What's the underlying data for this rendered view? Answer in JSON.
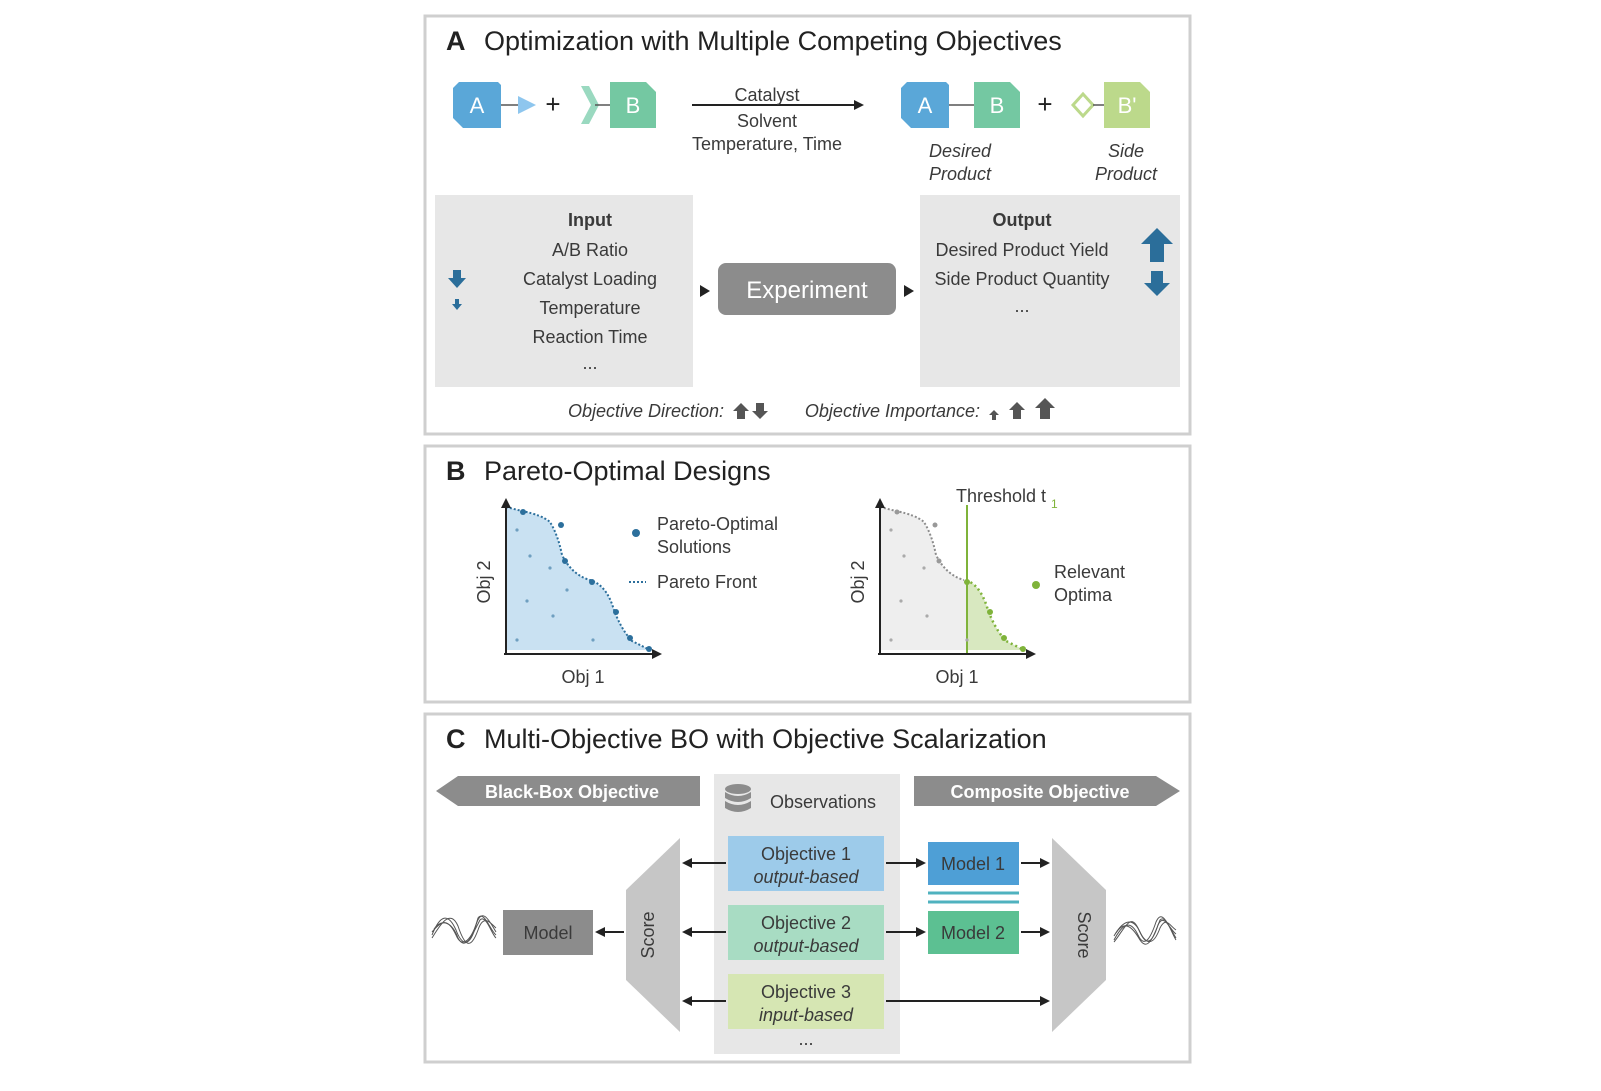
{
  "panelA": {
    "letter": "A",
    "title": "Optimization with Multiple Competing Objectives",
    "reaction": {
      "reactant_a": "A",
      "reactant_b": "B",
      "plus": "+",
      "conditions": [
        "Catalyst",
        "Solvent",
        "Temperature, Time"
      ],
      "product_a": "A",
      "product_b": "B",
      "side_b": "B'",
      "desired_label": [
        "Desired",
        "Product"
      ],
      "side_label": [
        "Side",
        "Product"
      ]
    },
    "input": {
      "heading": "Input",
      "items": [
        "A/B Ratio",
        "Catalyst Loading",
        "Temperature",
        "Reaction Time",
        "..."
      ]
    },
    "experiment": "Experiment",
    "output": {
      "heading": "Output",
      "items": [
        "Desired Product Yield",
        "Side Product Quantity",
        "..."
      ]
    },
    "legend_direction": "Objective Direction:",
    "legend_importance": "Objective Importance:",
    "colors": {
      "a": "#5aa7d8",
      "b": "#74c8a2",
      "b_prime": "#bcd98b",
      "arrow_dark": "#2b6e9a"
    }
  },
  "panelB": {
    "letter": "B",
    "title": "Pareto-Optimal Designs",
    "plot1": {
      "xlabel": "Obj 1",
      "ylabel": "Obj 2"
    },
    "plot2": {
      "xlabel": "Obj 1",
      "ylabel": "Obj 2"
    },
    "legend1": [
      "Pareto-Optimal",
      "Solutions"
    ],
    "legend2": "Pareto Front",
    "threshold_label": "Threshold t",
    "threshold_sub": "1",
    "legend3": [
      "Relevant",
      "Optima"
    ],
    "colors": {
      "blue": "#2c6f9c",
      "fill_blue": "#c9e1f2",
      "green": "#7fb33a",
      "fill_green": "#d8e8c0"
    }
  },
  "panelC": {
    "letter": "C",
    "title": "Multi-Objective BO with Objective Scalarization",
    "black_box": "Black-Box Objective",
    "composite": "Composite Objective",
    "observations": "Observations",
    "objectives": [
      {
        "name": "Objective 1",
        "type": "output-based"
      },
      {
        "name": "Objective 2",
        "type": "output-based"
      },
      {
        "name": "Objective 3",
        "type": "input-based"
      }
    ],
    "ellipsis": "...",
    "model": "Model",
    "model1": "Model 1",
    "model2": "Model 2",
    "score": "Score",
    "colors": {
      "obj1": "#9dcbea",
      "obj2": "#a8dcc3",
      "obj3": "#d6e6b3",
      "model1": "#4e9fd6",
      "model2": "#5cc092"
    }
  }
}
